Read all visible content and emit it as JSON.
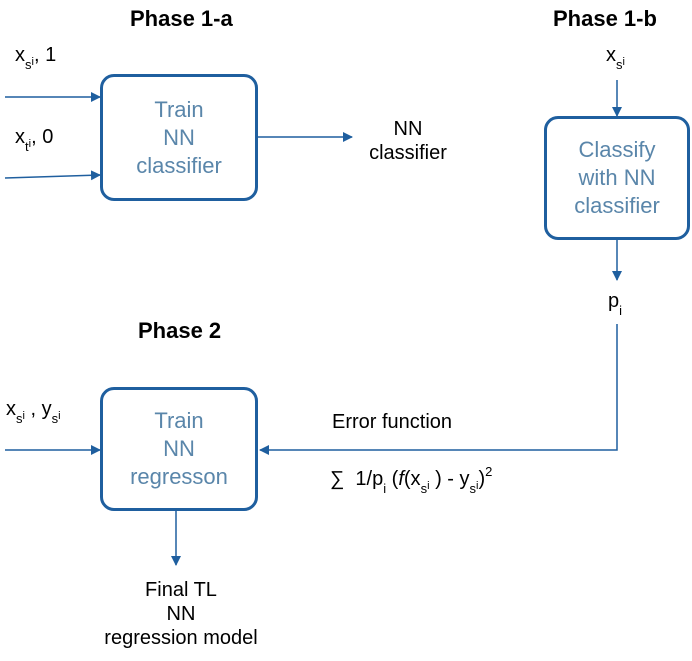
{
  "phase1a": {
    "title": "Phase 1-a"
  },
  "phase1b": {
    "title": "Phase 1-b"
  },
  "phase2": {
    "title": "Phase 2"
  },
  "train_classifier_box": {
    "lines": [
      "Train",
      "NN",
      "classifier"
    ]
  },
  "classify_box": {
    "lines": [
      "Classify",
      "with NN",
      "classifier"
    ]
  },
  "train_regression_box": {
    "lines": [
      "Train",
      "NN",
      "regresson"
    ]
  },
  "input_source": {
    "base": "x",
    "sub": "s",
    "subsub": "i",
    "tail": ", 1"
  },
  "input_target": {
    "base": "x",
    "sub": "t",
    "subsub": "i",
    "tail": ", 0"
  },
  "classifier_output": {
    "lines": [
      "NN",
      "classifier"
    ]
  },
  "phase1b_input": {
    "base": "x",
    "sub": "s",
    "subsub": "i"
  },
  "probability_output": {
    "base": "p",
    "sub": "i"
  },
  "regression_input": {
    "x_base": "x",
    "x_sub": "s",
    "x_subsub": "i",
    "sep": " , ",
    "y_base": "y",
    "y_sub": "s",
    "y_subsub": "i"
  },
  "error_function": {
    "label": "Error function",
    "sigma": "∑",
    "one_over": "1/p",
    "p_sub": "i",
    "open": "(",
    "f": "f",
    "paren_open": "(x",
    "x_sub": "s",
    "x_subsub": "i",
    "minus": ") - y",
    "y_sub": "s",
    "y_subsub": "i",
    "close": ")",
    "exp": "2"
  },
  "final_output": {
    "lines": [
      "Final TL",
      "NN",
      "regression model"
    ]
  },
  "colors": {
    "arrow": "#1f5f9f",
    "box_border": "#1f5f9f",
    "box_text": "#5a86aa"
  }
}
